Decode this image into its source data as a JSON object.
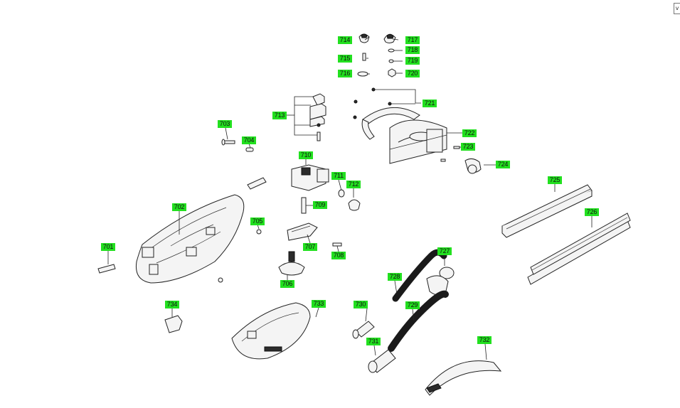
{
  "diagram": {
    "corner_control_glyph": "v",
    "callouts": [
      "701",
      "702",
      "703",
      "704",
      "705",
      "706",
      "707",
      "708",
      "709",
      "710",
      "711",
      "712",
      "713",
      "714",
      "715",
      "716",
      "717",
      "718",
      "719",
      "720",
      "721",
      "722",
      "723",
      "724",
      "725",
      "726",
      "727",
      "728",
      "729",
      "730",
      "731",
      "732",
      "733",
      "734"
    ],
    "label_color": "#22e01f"
  }
}
